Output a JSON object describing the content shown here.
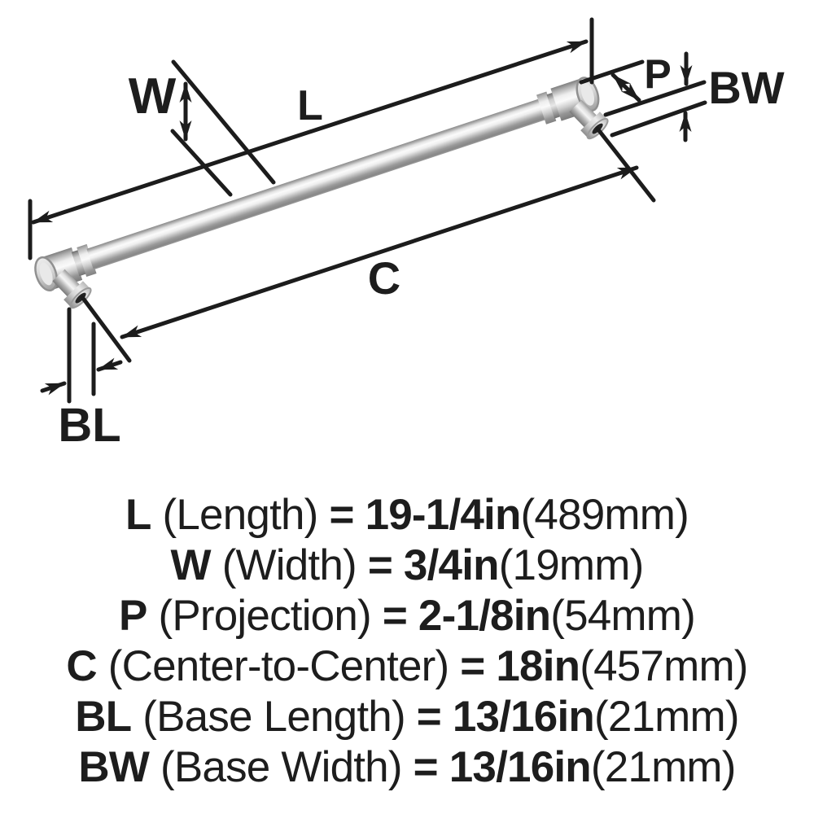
{
  "diagram": {
    "labels": {
      "l": "L",
      "w": "W",
      "p": "P",
      "bw": "BW",
      "c": "C",
      "bl": "BL"
    },
    "colors": {
      "ink": "#1c1c1c",
      "background": "#ffffff",
      "metal_highlight": "#fbfbfb",
      "metal_mid": "#c6c6c6",
      "metal_shadow": "#7f7f7f",
      "screw_hole": "#242424"
    }
  },
  "specs": {
    "rows": [
      {
        "key": "L",
        "name": "(Length)",
        "eq": "=",
        "value": "19-1/4in",
        "metric": "(489mm)"
      },
      {
        "key": "W",
        "name": "(Width)",
        "eq": "=",
        "value": "3/4in",
        "metric": "(19mm)"
      },
      {
        "key": "P",
        "name": "(Projection)",
        "eq": "=",
        "value": "2-1/8in",
        "metric": "(54mm)"
      },
      {
        "key": "C",
        "name": "(Center-to-Center)",
        "eq": "=",
        "value": "18in",
        "metric": "(457mm)"
      },
      {
        "key": "BL",
        "name": "(Base Length)",
        "eq": "=",
        "value": "13/16in",
        "metric": "(21mm)"
      },
      {
        "key": "BW",
        "name": "(Base Width)",
        "eq": "=",
        "value": "13/16in",
        "metric": "(21mm)"
      }
    ]
  }
}
